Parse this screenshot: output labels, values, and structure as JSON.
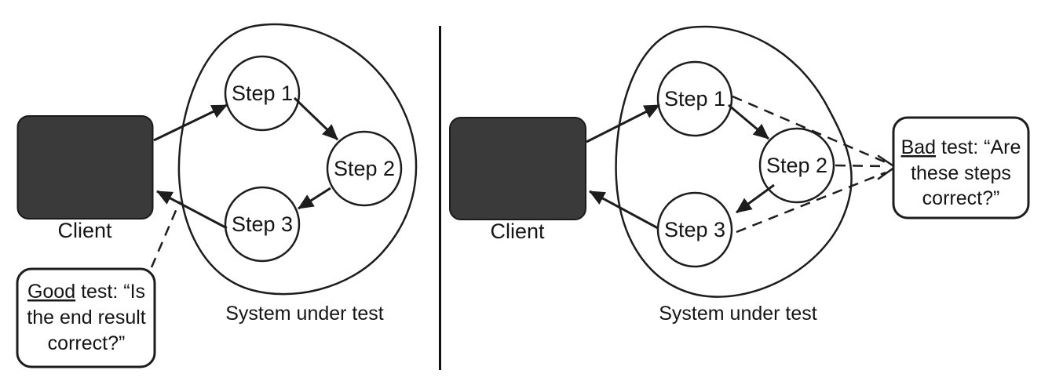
{
  "colors": {
    "client_fill": "#3a3a3a",
    "client_stroke": "#1a1a1a",
    "line": "#1d1d1d",
    "background": "#ffffff"
  },
  "left": {
    "client_label": "Client",
    "system_label": "System under test",
    "steps": [
      "Step 1",
      "Step 2",
      "Step 3"
    ],
    "callout": {
      "keyword": "Good",
      "rest": " test: “Is",
      "line2": "the end result",
      "line3": "correct?”"
    }
  },
  "right": {
    "client_label": "Client",
    "system_label": "System under test",
    "steps": [
      "Step 1",
      "Step 2",
      "Step 3"
    ],
    "callout": {
      "keyword": "Bad",
      "rest": " test: “Are",
      "line2": "these steps",
      "line3": "correct?”"
    }
  }
}
